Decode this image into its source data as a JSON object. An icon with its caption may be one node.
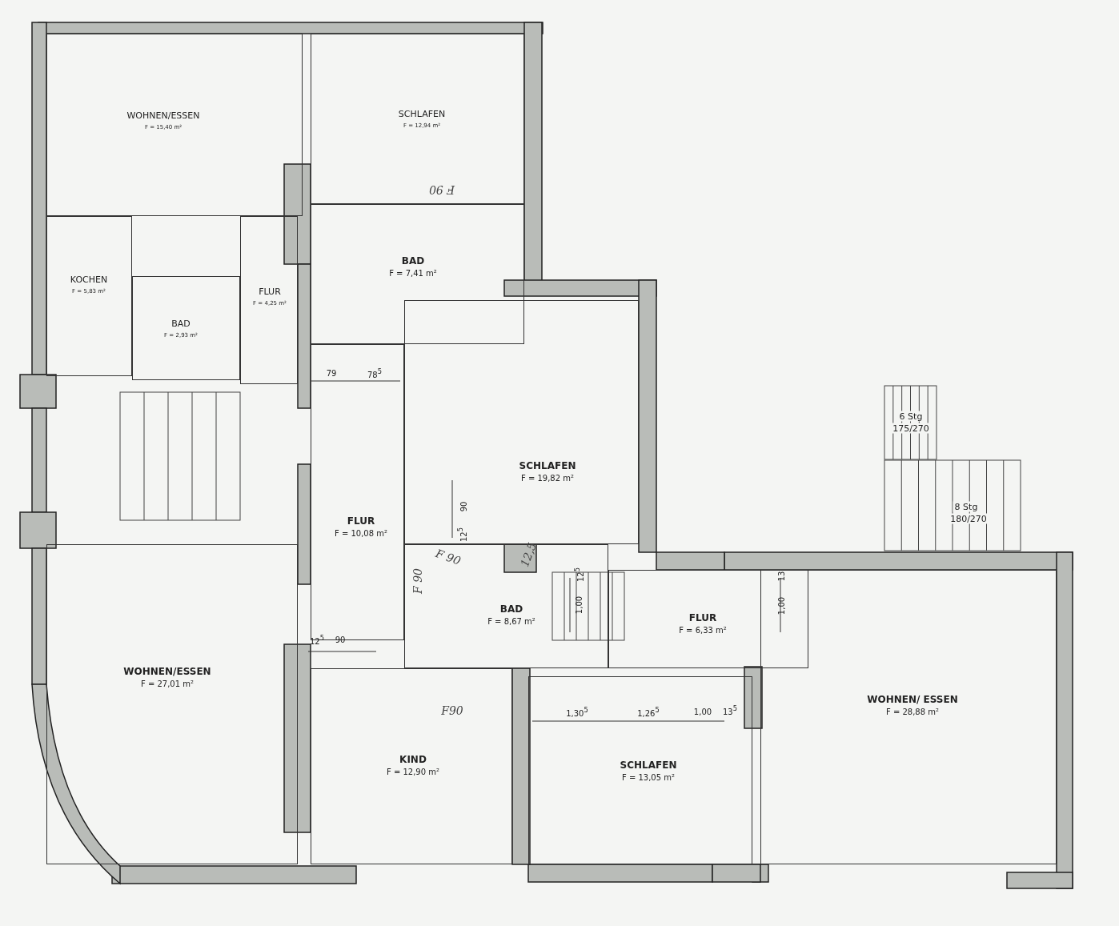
{
  "diagram": {
    "nodes": [
      {
        "text": [
          "WOHNEN/ESSEN",
          "F = 15,40 m²"
        ]
      },
      {
        "text": [
          "SCHLAFEN",
          "F = 12,94 m²"
        ]
      },
      {
        "text": [
          "KOCHEN",
          "F = 5,83 m²"
        ]
      },
      {
        "text": [
          "FLUR",
          "F = 4,25 m²"
        ]
      },
      {
        "text": [
          "BAD",
          "F = 2,93 m²"
        ]
      },
      {
        "text": [
          "BAD",
          "F = 7,41 m²"
        ]
      },
      {
        "text": [
          "SCHLAFEN",
          "F = 19,82 m²"
        ]
      },
      {
        "text": [
          "FLUR",
          "F = 10,08 m²"
        ]
      },
      {
        "text": [
          "BAD",
          "F = 8,67 m²"
        ]
      },
      {
        "text": [
          "FLUR",
          "F = 6,33 m²"
        ]
      },
      {
        "text": [
          "WOHNEN/ESSEN",
          "F = 27,01 m²"
        ]
      },
      {
        "text": [
          "KIND",
          "F = 12,90 m²"
        ]
      },
      {
        "text": [
          "SCHLAFEN",
          "F = 13,05 m²"
        ]
      },
      {
        "text": [
          "WOHNEN/ ESSEN",
          "F = 28,88 m²"
        ]
      }
    ],
    "labels": [
      "F 90",
      "79",
      "78$^{5}$",
      "6 Stg",
      "175/270",
      "90",
      "8 Stg",
      "180/270",
      "12$^{5}$",
      "F 90",
      "12,5",
      "F 90",
      "12$^{5}$",
      "1,00",
      "13",
      "1,00",
      "12$^{5}$",
      "90",
      "F90",
      "1,30$^{5}$",
      "1,26$^{5}$",
      "1,00",
      "13$^{5}$"
    ]
  }
}
